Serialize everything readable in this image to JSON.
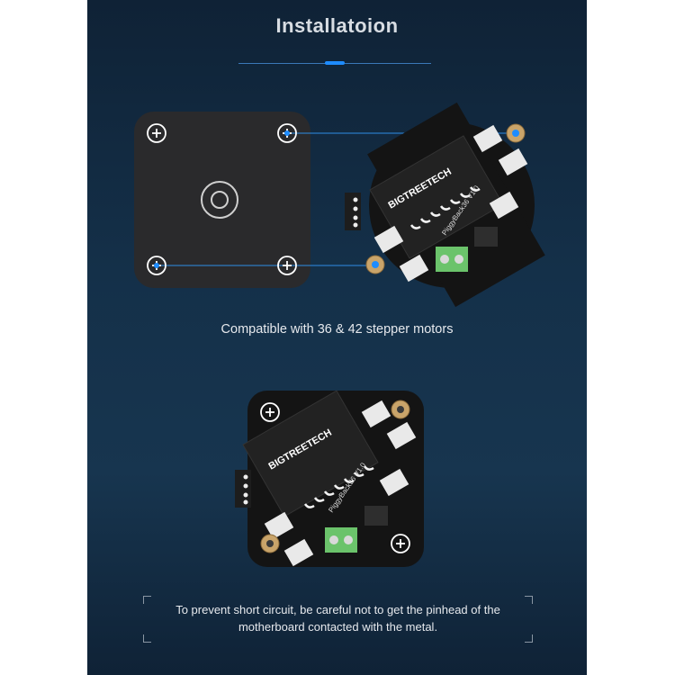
{
  "title": "Installatoion",
  "caption_motor": "Compatible with 36 & 42 stepper motors",
  "note_line1": "To prevent short circuit, be careful not to get the pinhead of the",
  "note_line2": "motherboard contacted with the metal.",
  "board": {
    "brand": "BIGTREETECH",
    "model": "PiggyBack36 V1.0"
  },
  "colors": {
    "background": "#143049",
    "accent": "#1e8cff",
    "board": "#141414",
    "terminal": "#6bc36b",
    "connector": "#e9e9e9",
    "standoff": "#c9a46a"
  },
  "icons": {
    "mount_hole": "plus-circle-icon",
    "standoff": "brass-standoff-icon"
  }
}
